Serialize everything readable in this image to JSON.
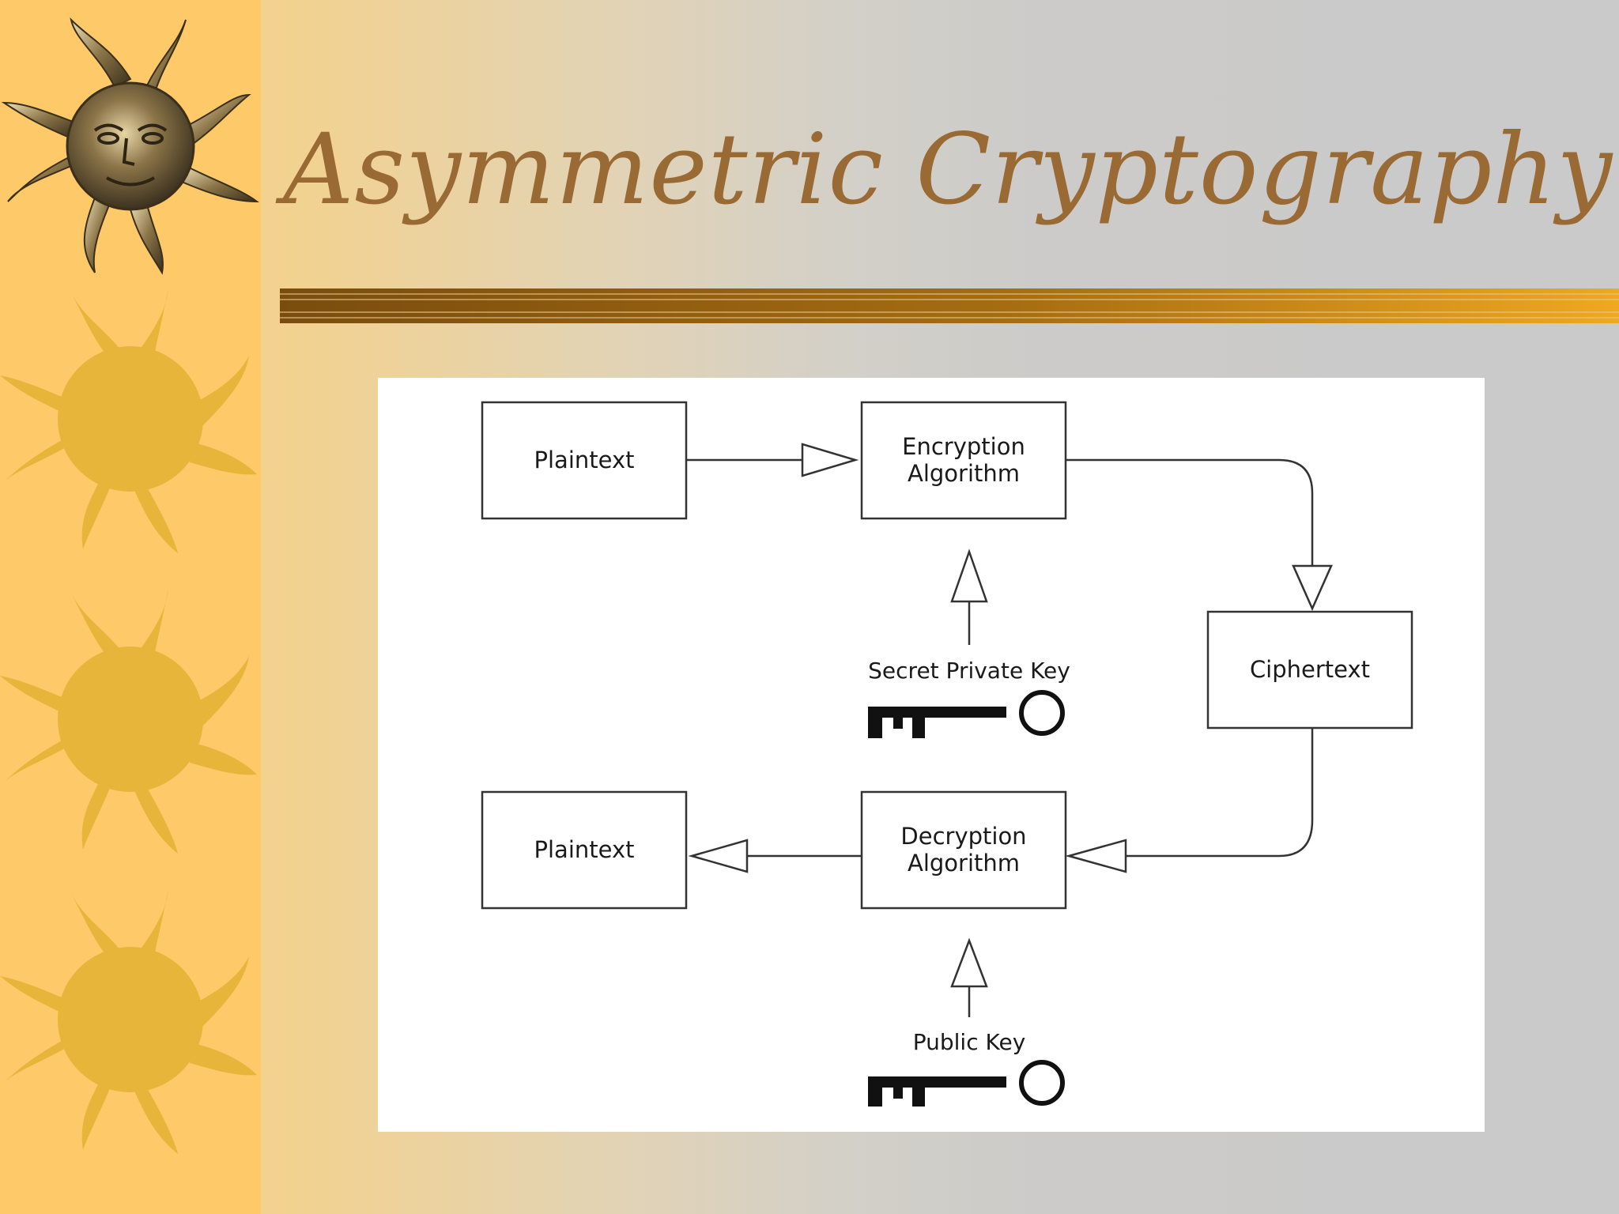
{
  "slide": {
    "title": "Asymmetric Cryptography"
  },
  "diagram": {
    "nodes": {
      "plaintext_top": "Plaintext",
      "encryption_line1": "Encryption",
      "encryption_line2": "Algorithm",
      "ciphertext": "Ciphertext",
      "decryption_line1": "Decryption",
      "decryption_line2": "Algorithm",
      "plaintext_bottom": "Plaintext"
    },
    "keys": {
      "private_key_label": "Secret Private Key",
      "public_key_label": "Public Key"
    }
  },
  "icons": {
    "sidebar": "sun-ornament-icon",
    "key": "key-icon"
  },
  "colors": {
    "sidebar": "#fec969",
    "sun": "#e6b53a",
    "title": "#9a6a34",
    "rule": "#a66d12"
  }
}
